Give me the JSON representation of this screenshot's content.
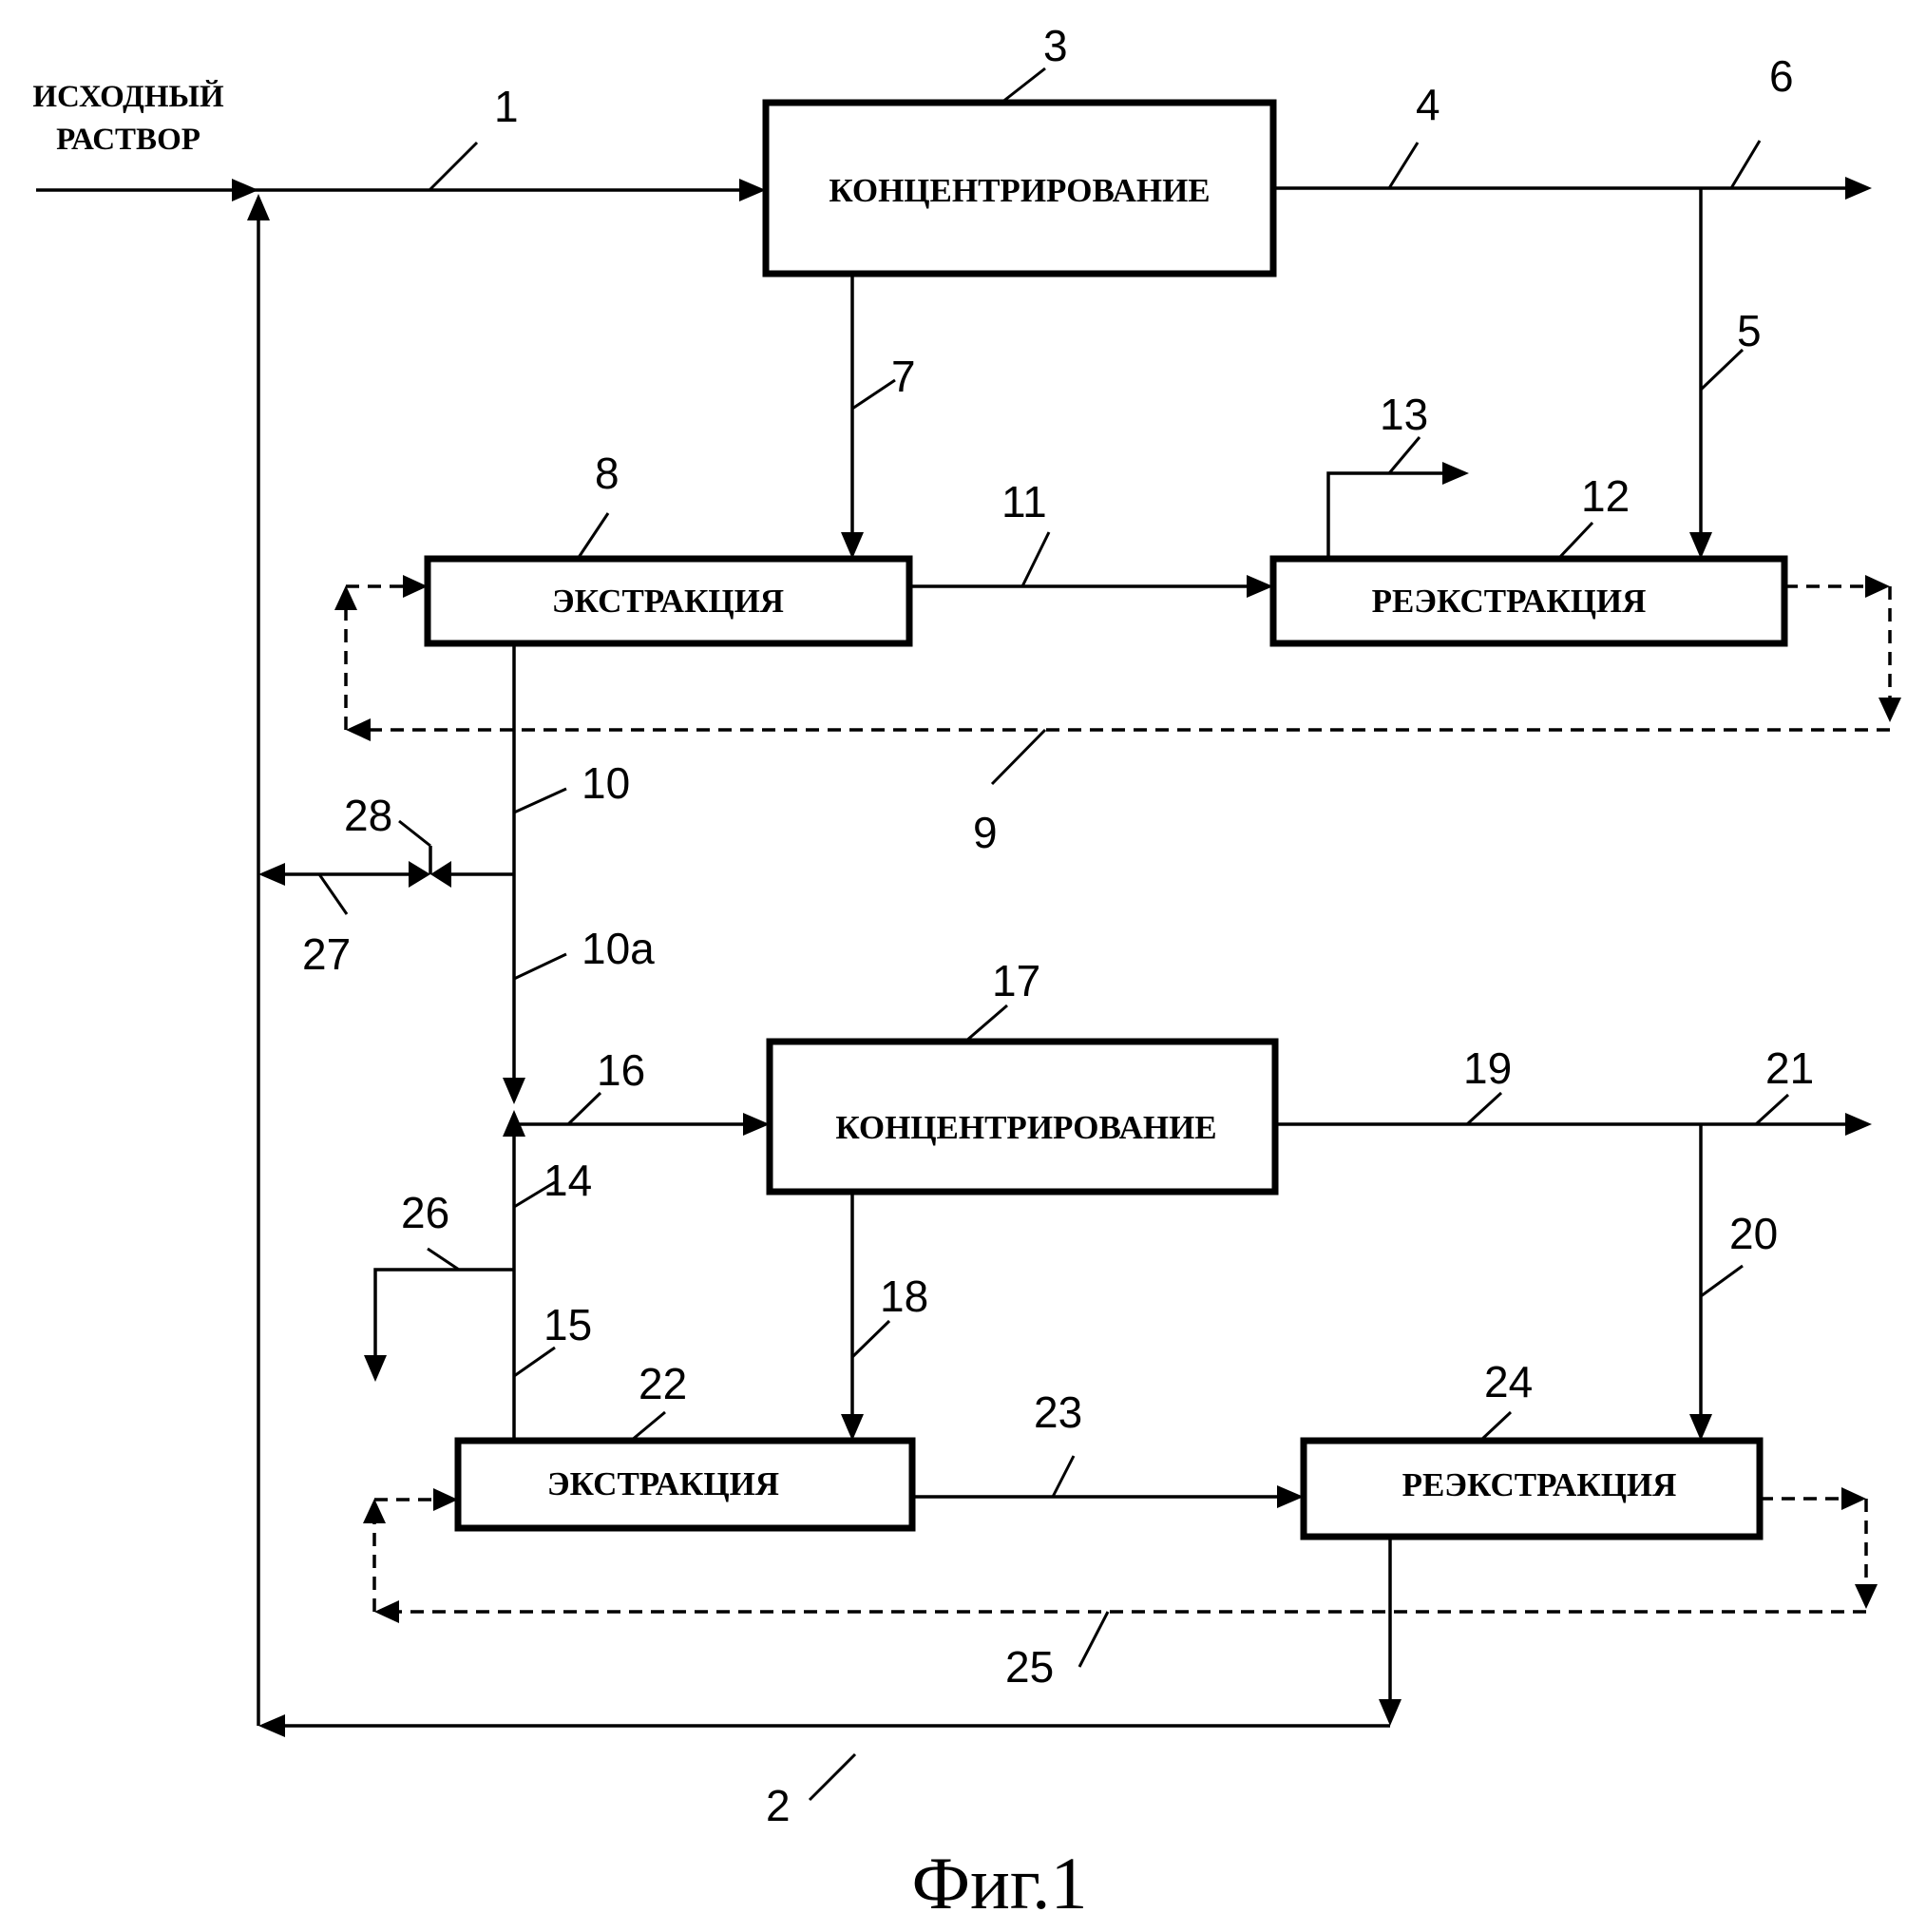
{
  "input_label": [
    "ИСХОДНЫЙ",
    "РАСТВОР"
  ],
  "blocks": {
    "b3": "КОНЦЕНТРИРОВАНИЕ",
    "b8": "ЭКСТРАКЦИЯ",
    "b12": "РЕЭКСТРАКЦИЯ",
    "b17": "КОНЦЕНТРИРОВАНИЕ",
    "b22": "ЭКСТРАКЦИЯ",
    "b24": "РЕЭКСТРАКЦИЯ"
  },
  "numbers": {
    "n1": "1",
    "n2": "2",
    "n3": "3",
    "n4": "4",
    "n5": "5",
    "n6": "6",
    "n7": "7",
    "n8": "8",
    "n9": "9",
    "n10": "10",
    "n10a": "10а",
    "n11": "11",
    "n12": "12",
    "n13": "13",
    "n14": "14",
    "n15": "15",
    "n16": "16",
    "n17": "17",
    "n18": "18",
    "n19": "19",
    "n20": "20",
    "n21": "21",
    "n22": "22",
    "n23": "23",
    "n24": "24",
    "n25": "25",
    "n26": "26",
    "n27": "27",
    "n28": "28"
  },
  "caption": "Фиг.1"
}
